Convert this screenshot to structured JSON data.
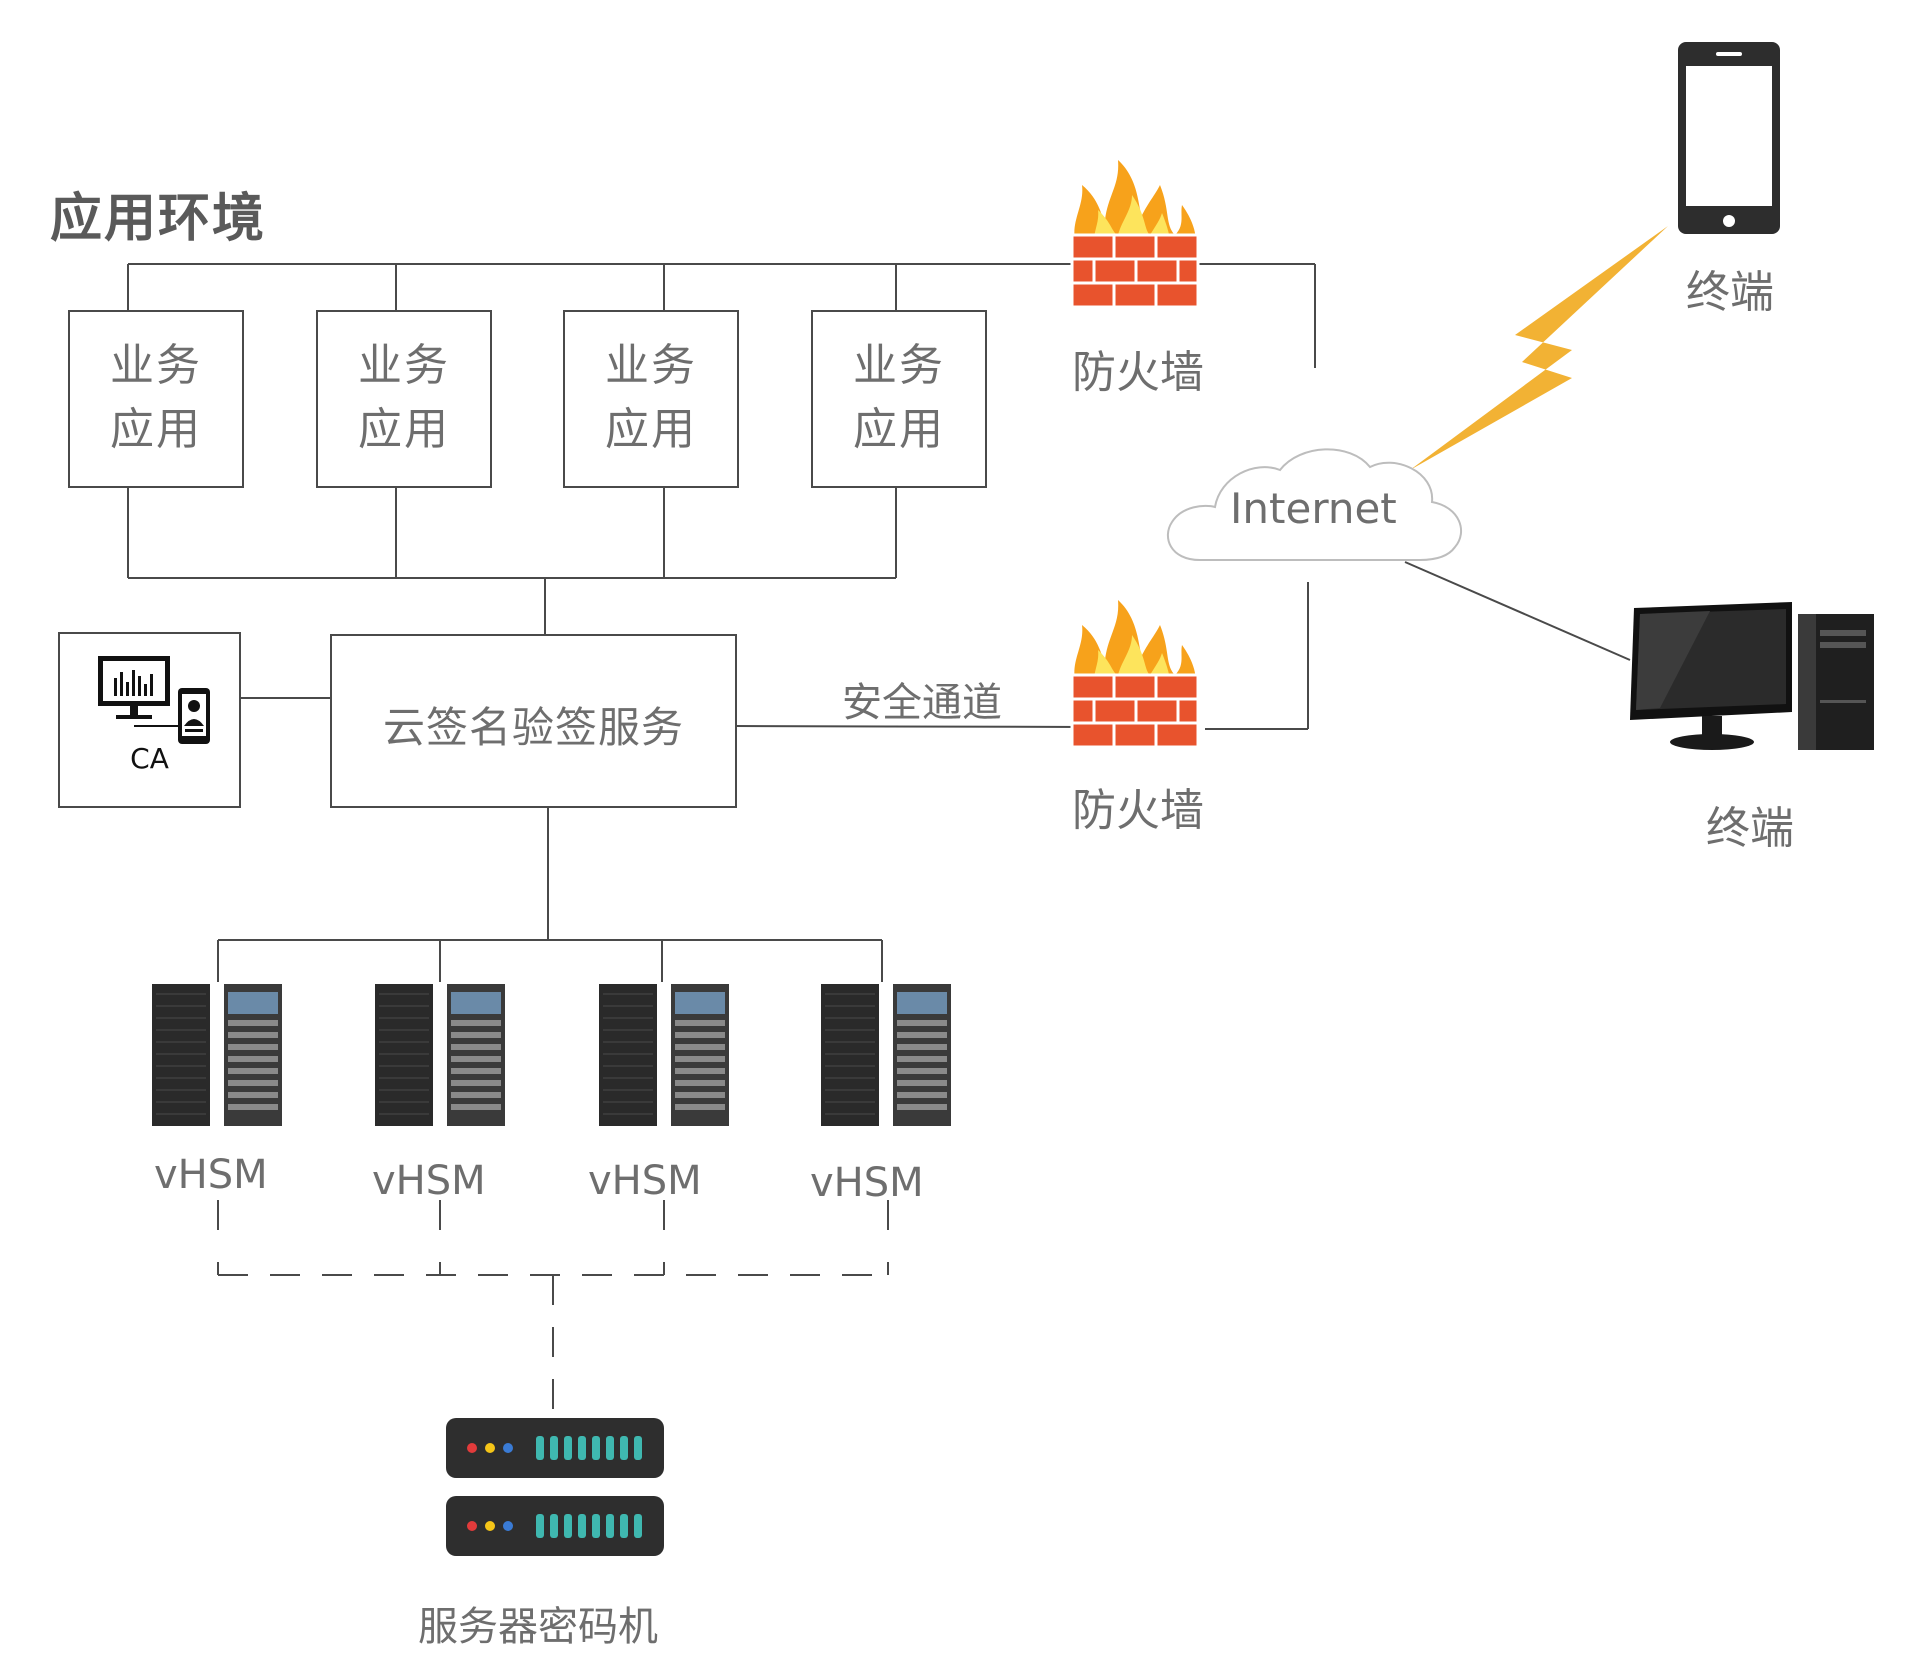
{
  "title": "应用环境",
  "business_apps": [
    {
      "label": "业务\n应用"
    },
    {
      "label": "业务\n应用"
    },
    {
      "label": "业务\n应用"
    },
    {
      "label": "业务\n应用"
    }
  ],
  "ca": {
    "label": "CA"
  },
  "cloud_service": {
    "label": "云签名验签服务"
  },
  "secure_channel": {
    "label": "安全通道"
  },
  "firewalls": [
    {
      "label": "防火墙"
    },
    {
      "label": "防火墙"
    }
  ],
  "internet": {
    "label": "Internet"
  },
  "terminals": [
    {
      "label": "终端",
      "icon": "smartphone-icon"
    },
    {
      "label": "终端",
      "icon": "desktop-computer-icon"
    }
  ],
  "vhsm": [
    {
      "label": "vHSM"
    },
    {
      "label": "vHSM"
    },
    {
      "label": "vHSM"
    },
    {
      "label": "vHSM"
    }
  ],
  "server_hsm": {
    "label": "服务器密码机"
  },
  "colors": {
    "line": "#4a4a4a",
    "brick": "#e8532d",
    "flame": "#f7a21b",
    "lightning": "#f2b234",
    "teal": "#3fb8b0"
  }
}
